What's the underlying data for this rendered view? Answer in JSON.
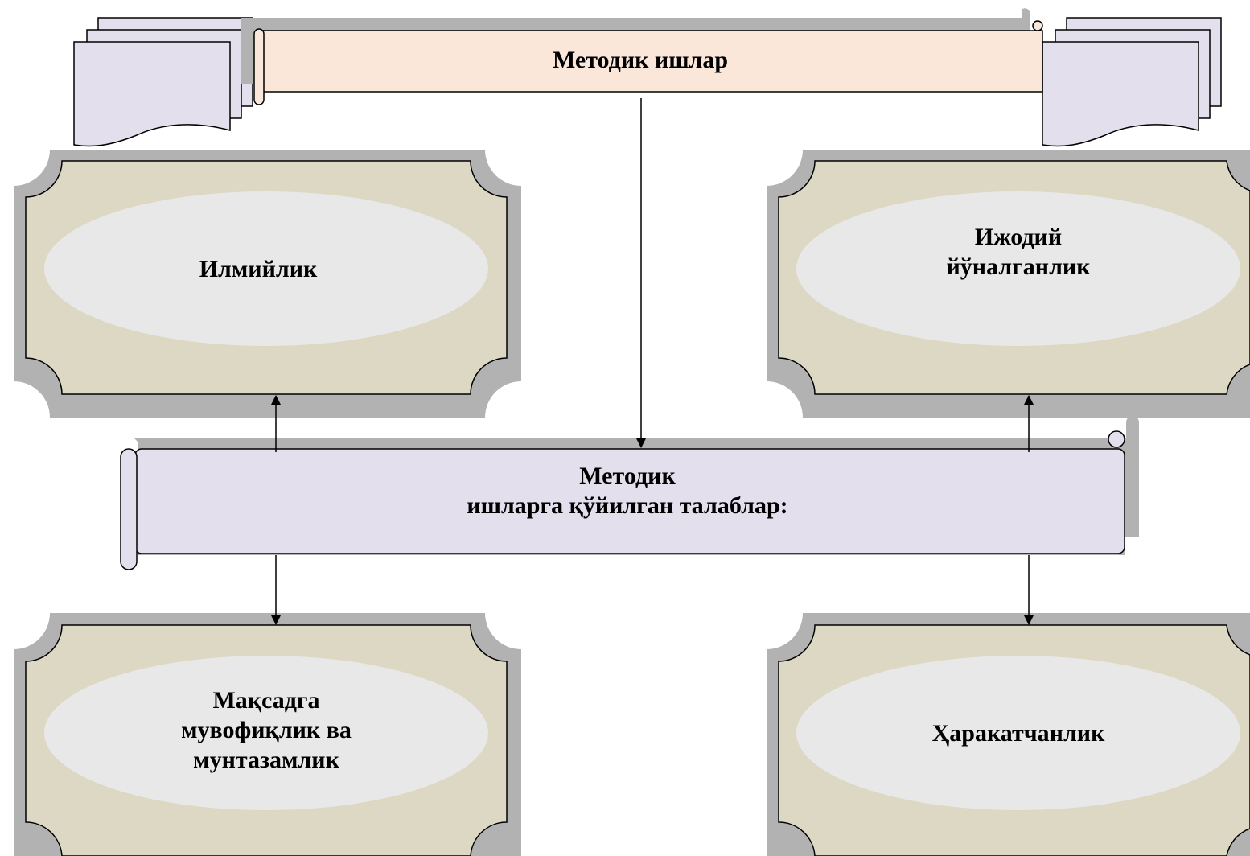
{
  "top_banner": {
    "label": "Методик ишлар"
  },
  "center_banner": {
    "line1": "Методик",
    "line2": "ишларга қўйилган талаблар:"
  },
  "boxes": {
    "top_left": {
      "lines": [
        "Илмийлик"
      ]
    },
    "top_right": {
      "lines": [
        "Ижодий",
        "йўналганлик"
      ]
    },
    "bottom_left": {
      "lines": [
        "Мақсадга",
        "мувофиқлик ва",
        "мунтазамлик"
      ]
    },
    "bottom_right": {
      "lines": [
        "Ҳаракатчанлик"
      ]
    }
  },
  "colors": {
    "top_banner_fill": "#fbe6da",
    "center_banner_fill": "#e4dfec",
    "box_fill": "#ddd8c4",
    "ellipse_fill": "#e8e8e8",
    "document_fill": "#e4dfec",
    "shadow": "#b2b2b2"
  }
}
